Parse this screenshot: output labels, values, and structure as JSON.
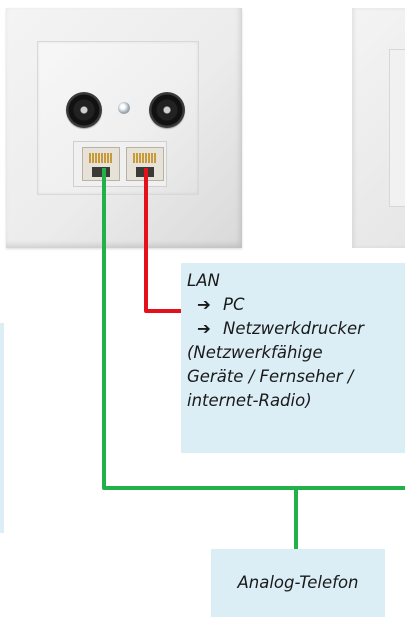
{
  "colors": {
    "lan_cable": "#e4101b",
    "phone_cable": "#22b04b",
    "label_background": "#dbeef5"
  },
  "lan_label": {
    "title": "LAN",
    "items": [
      "PC",
      "Netzwerkdrucker"
    ],
    "note_lines": [
      "(Netzwerkfähige",
      "Geräte / Fernseher /",
      "internet-Radio)"
    ]
  },
  "phone_label": {
    "title": "Analog-Telefon"
  }
}
